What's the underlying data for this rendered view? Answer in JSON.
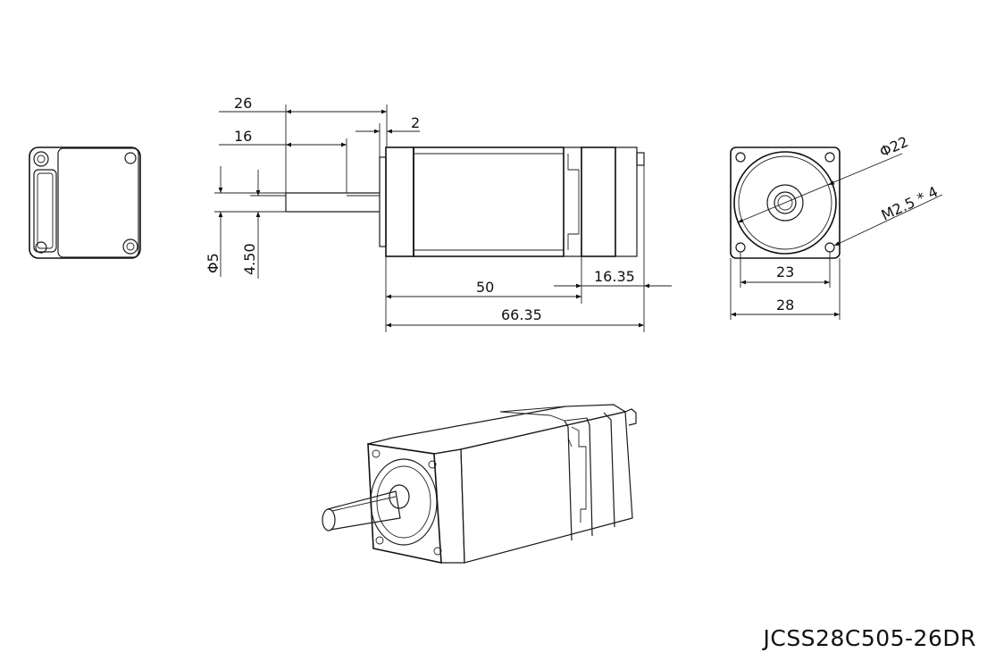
{
  "model": "JCSS28C505-26DR",
  "dimensions": {
    "shaft_total": "26",
    "shaft_flat": "16",
    "boss": "2",
    "shaft_diameter": "Φ5",
    "flat_height": "4.50",
    "body_length": "50",
    "encoder_length": "16.35",
    "total_length": "66.35",
    "pilot_diameter": "Φ22",
    "mount_holes": "M2.5 * 4",
    "hole_spacing": "23",
    "flange_width": "28"
  }
}
